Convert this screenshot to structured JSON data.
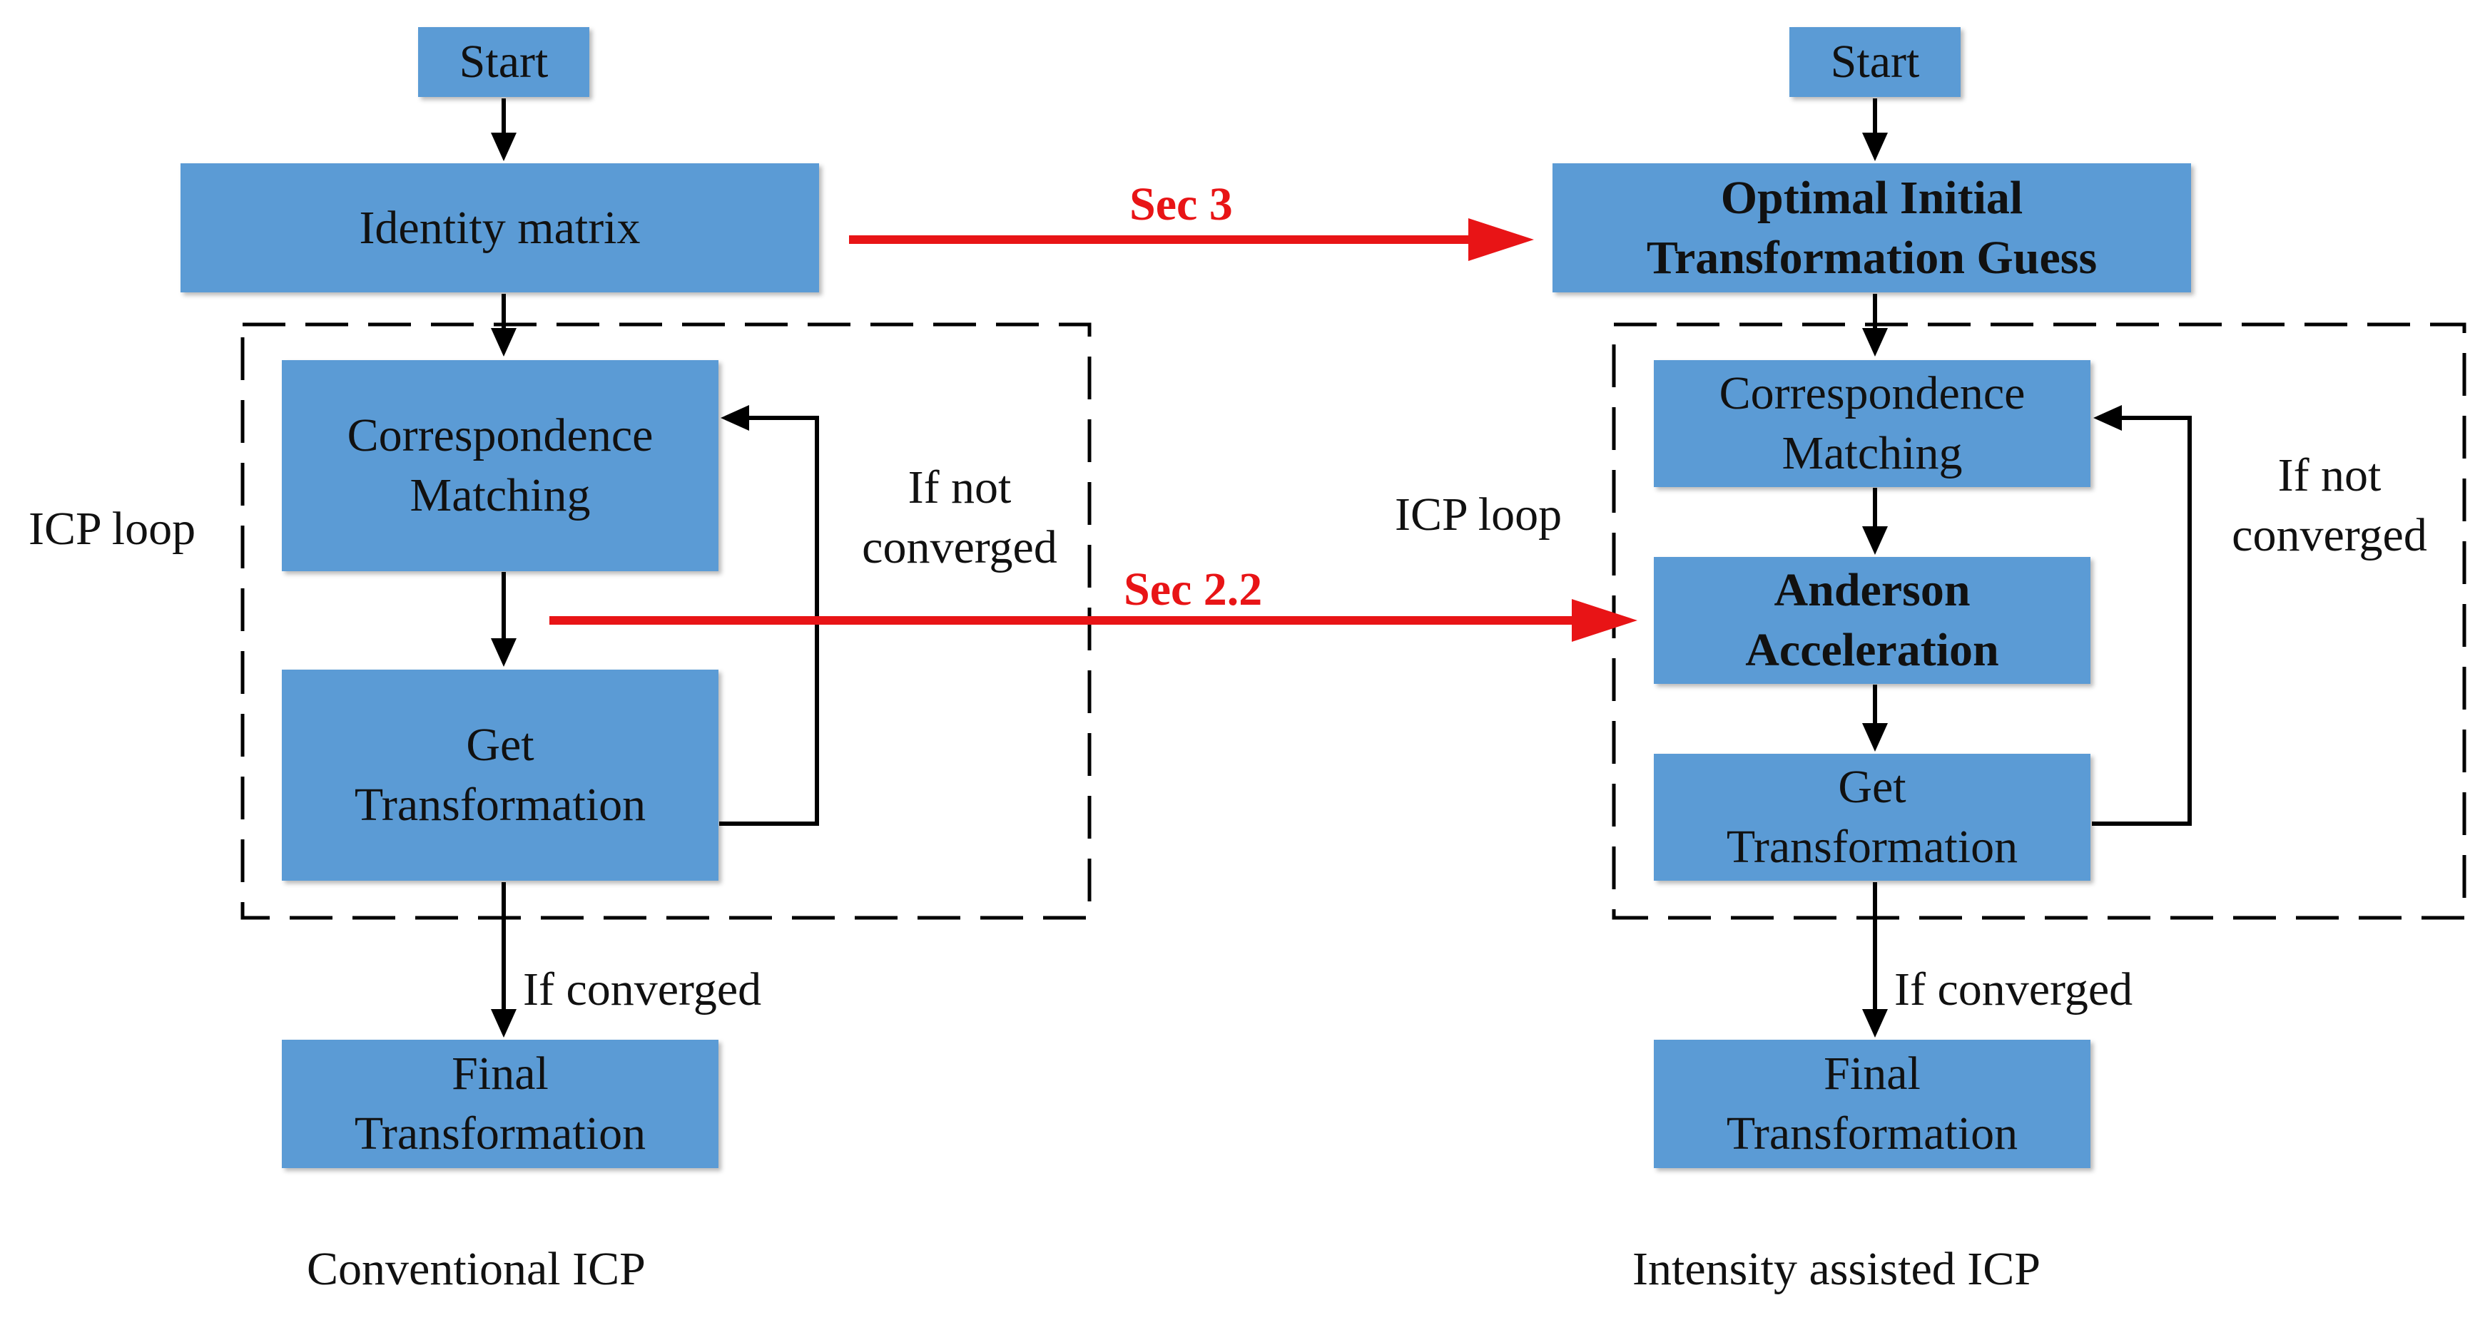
{
  "colors": {
    "box_fill": "#5b9bd5",
    "arrow": "#000000",
    "highlight_arrow": "#e81416",
    "dashed_border": "#000000"
  },
  "left": {
    "start": "Start",
    "identity": "Identity matrix",
    "correspondence": [
      "Correspondence",
      "Matching"
    ],
    "get_transformation": [
      "Get",
      "Transformation"
    ],
    "final": [
      "Final",
      "Transformation"
    ],
    "icp_loop": "ICP loop",
    "if_not_converged": [
      "If not",
      "converged"
    ],
    "if_converged": "If converged",
    "caption": "Conventional ICP"
  },
  "right": {
    "start": "Start",
    "initial_guess": [
      "Optimal Initial",
      "Transformation Guess"
    ],
    "correspondence": [
      "Correspondence",
      "Matching"
    ],
    "anderson": [
      "Anderson",
      "Acceleration"
    ],
    "get_transformation": [
      "Get",
      "Transformation"
    ],
    "final": [
      "Final",
      "Transformation"
    ],
    "icp_loop": "ICP loop",
    "if_not_converged": [
      "If not",
      "converged"
    ],
    "if_converged": "If converged",
    "caption": "Intensity assisted ICP"
  },
  "links": {
    "sec3": "Sec 3",
    "sec2_2": "Sec 2.2"
  }
}
